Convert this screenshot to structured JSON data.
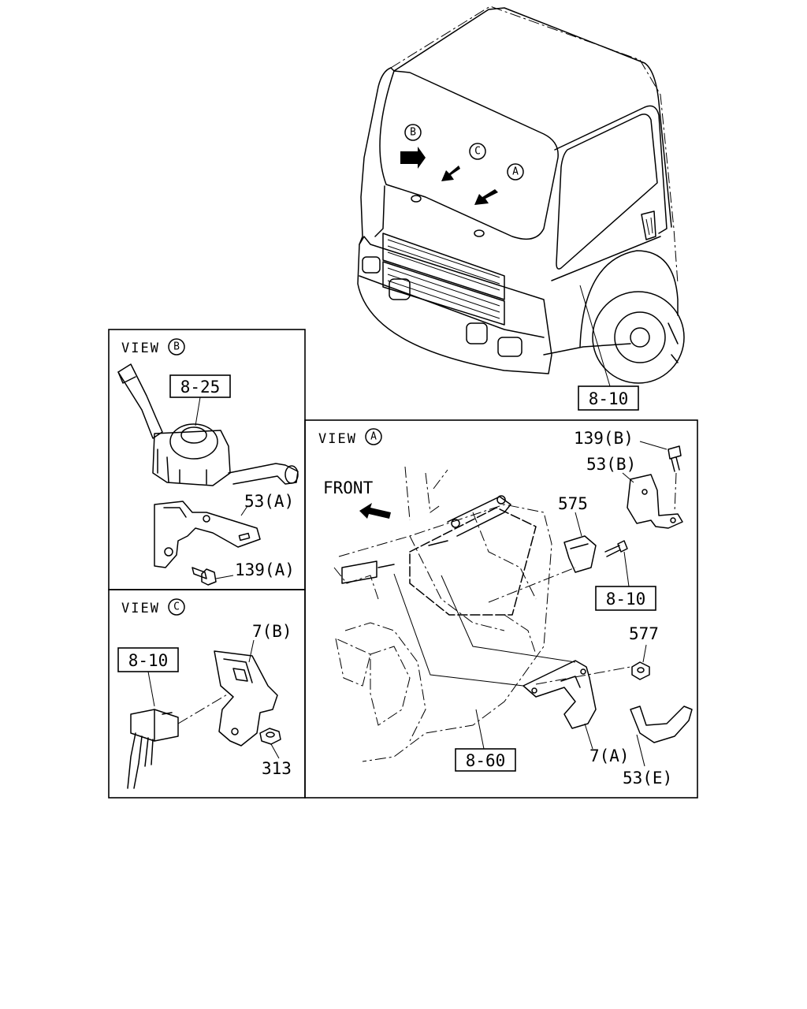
{
  "views": {
    "b": {
      "view_word": "VIEW",
      "view_letter": "B"
    },
    "c": {
      "view_word": "VIEW",
      "view_letter": "C"
    },
    "a": {
      "view_word": "VIEW",
      "view_letter": "A"
    }
  },
  "cab": {
    "arrow_letters": [
      "B",
      "C",
      "A"
    ],
    "ref_label": "8-10"
  },
  "view_b": {
    "ref_label": "8-25",
    "parts": [
      "53(A)",
      "139(A)"
    ]
  },
  "view_c": {
    "ref_label": "8-10",
    "parts": [
      "7(B)",
      "313"
    ]
  },
  "view_a": {
    "front_label": "FRONT",
    "ref_labels": [
      "8-10",
      "8-60"
    ],
    "parts": [
      "139(B)",
      "53(B)",
      "575",
      "577",
      "7(A)",
      "53(E)"
    ]
  },
  "colors": {
    "line": "#000000",
    "background": "#ffffff"
  }
}
